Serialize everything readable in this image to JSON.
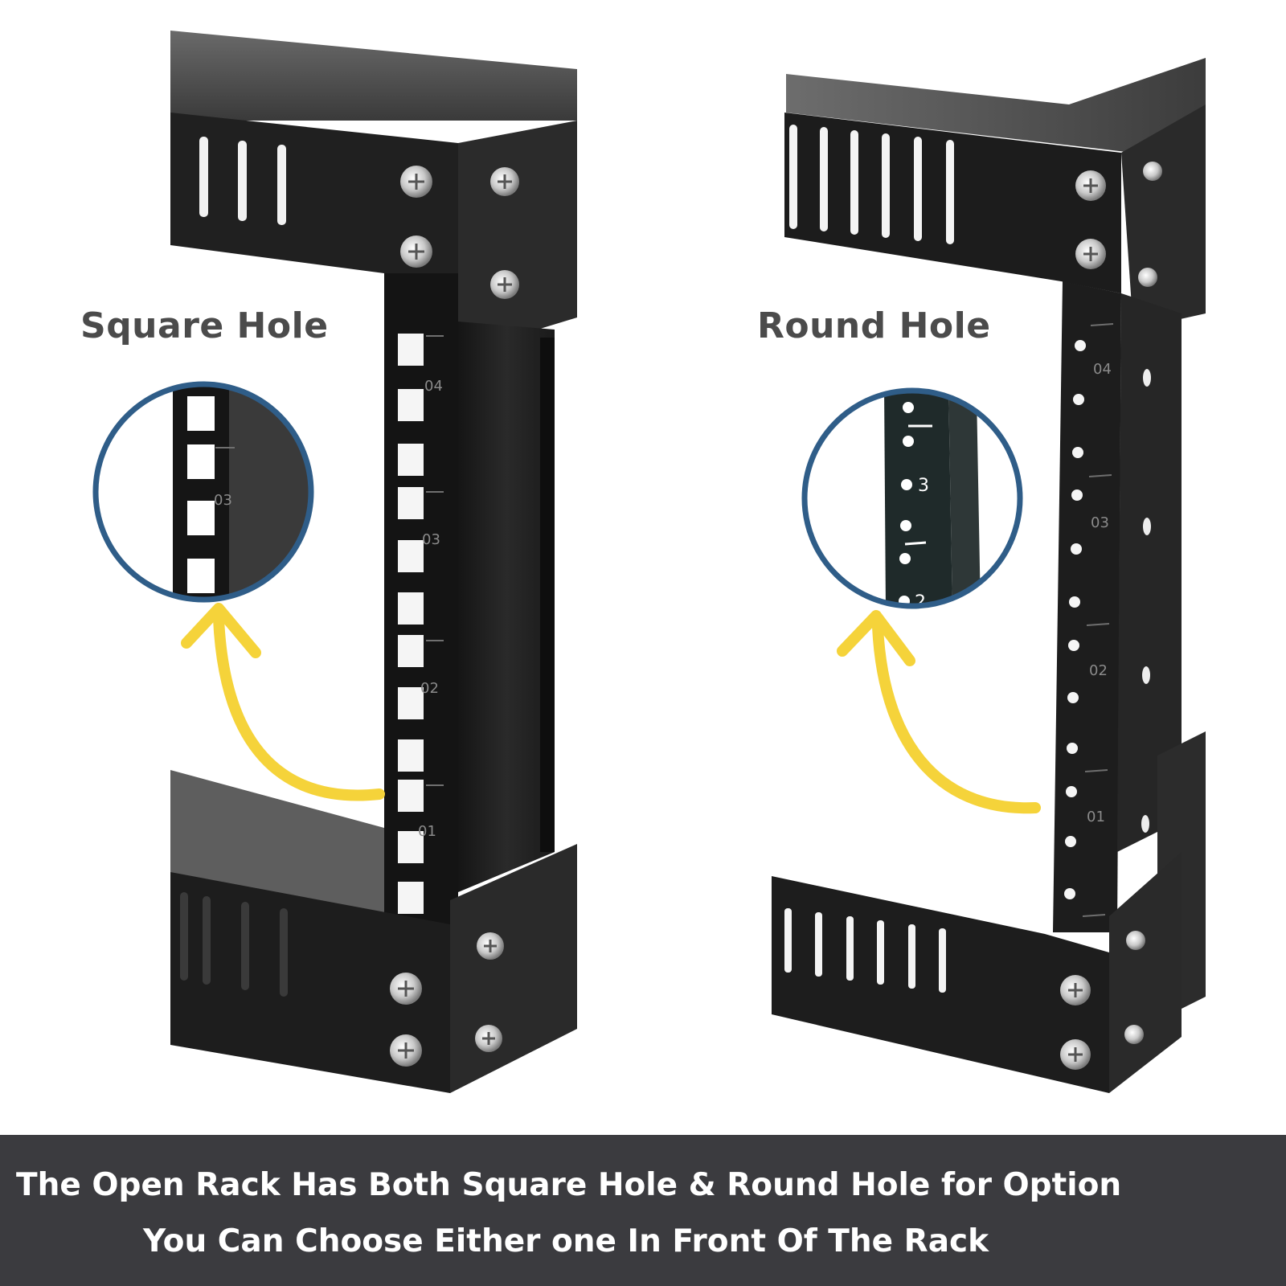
{
  "labels": {
    "square_hole": "Square Hole",
    "round_hole": "Round Hole"
  },
  "caption": {
    "line1": "The Open Rack Has Both Square Hole & Round Hole for Option",
    "line2": "You Can Choose Either one In Front Of The Rack"
  },
  "square_rail_units": [
    "04",
    "03",
    "02",
    "01"
  ],
  "square_zoom_unit": "03",
  "round_rail_units": [
    "04",
    "03",
    "02",
    "01"
  ],
  "round_zoom_numbers": [
    "3",
    "2"
  ],
  "colors": {
    "rack_black": "#1c1c1c",
    "circle_outline": "#2f5d88",
    "arrow_yellow": "#f5d33a",
    "caption_bar": "#3b3b3f"
  },
  "icons": {
    "arrow": "curved-arrow-icon",
    "screw": "screw-icon"
  }
}
